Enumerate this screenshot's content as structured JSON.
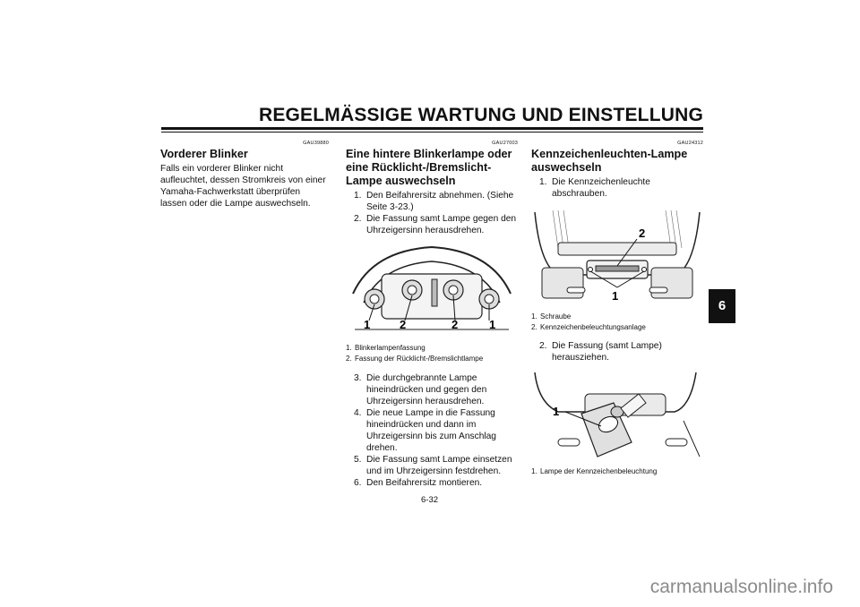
{
  "header": {
    "title": "REGELMÄSSIGE WARTUNG UND EINSTELLUNG"
  },
  "tab": {
    "label": "6"
  },
  "page_number": "6-32",
  "watermark": "carmanualsonline.info",
  "col1": {
    "code": "GAU39880",
    "heading": "Vorderer Blinker",
    "body": "Falls ein vorderer Blinker nicht aufleuchtet, dessen Stromkreis von einer Yamaha-Fachwerkstatt überprüfen lassen oder die Lampe auswechseln."
  },
  "col2": {
    "code": "GAU27003",
    "heading": "Eine hintere Blinkerlampe oder eine Rücklicht-/Bremslicht-Lampe auswechseln",
    "steps_a": [
      {
        "n": "1.",
        "text": "Den Beifahrersitz abnehmen. (Siehe Seite 3-23.)"
      },
      {
        "n": "2.",
        "text": "Die Fassung samt Lampe gegen den Uhrzeigersinn herausdrehen."
      }
    ],
    "figure_labels": [
      "1",
      "2",
      "2",
      "1"
    ],
    "captions": [
      {
        "n": "1.",
        "text": "Blinkerlampenfassung"
      },
      {
        "n": "2.",
        "text": "Fassung der Rücklicht-/Bremslichtlampe"
      }
    ],
    "steps_b": [
      {
        "n": "3.",
        "text": "Die durchgebrannte Lampe hineindrücken und gegen den Uhrzeigersinn herausdrehen."
      },
      {
        "n": "4.",
        "text": "Die neue Lampe in die Fassung hineindrücken und dann im Uhrzeigersinn bis zum Anschlag drehen."
      },
      {
        "n": "5.",
        "text": "Die Fassung samt Lampe einsetzen und im Uhrzeigersinn festdrehen."
      },
      {
        "n": "6.",
        "text": "Den Beifahrersitz montieren."
      }
    ]
  },
  "col3": {
    "code": "GAU24312",
    "heading": "Kennzeichenleuchten-Lampe auswechseln",
    "step1": {
      "n": "1.",
      "text": "Die Kennzeichenleuchte abschrauben."
    },
    "figure1_labels": [
      "2",
      "1"
    ],
    "captions1": [
      {
        "n": "1.",
        "text": "Schraube"
      },
      {
        "n": "2.",
        "text": "Kennzeichenbeleuchtungsanlage"
      }
    ],
    "step2": {
      "n": "2.",
      "text": "Die Fassung (samt Lampe) herausziehen."
    },
    "figure2_labels": [
      "1"
    ],
    "captions2": [
      {
        "n": "1.",
        "text": "Lampe der Kennzeichenbeleuchtung"
      }
    ]
  }
}
